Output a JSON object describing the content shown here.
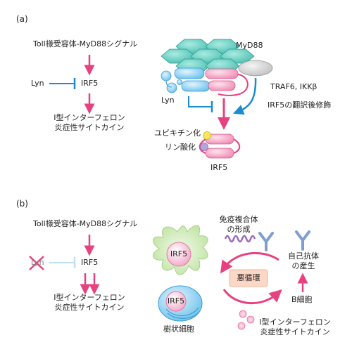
{
  "panel_a": {
    "label": "(a)",
    "signal": "Toll様受容体-MyD88シグナル",
    "lyn": "Lyn",
    "irf5": "IRF5",
    "ifn_line1": "I型インターフェロン",
    "ifn_line2": "炎症性サイトカイン",
    "myd88": "MyD88",
    "traf6": "TRAF6, IKKβ",
    "ptm": "IRF5の翻訳後修飾",
    "lyn_complex": "Lyn",
    "ubiquitination": "ユビキチン化",
    "phosphorylation": "リン酸化",
    "irf5_bottom": "IRF5"
  },
  "panel_b": {
    "label": "(b)",
    "signal": "Toll様受容体-MyD88シグナル",
    "lyn_crossed": "Lyn",
    "irf5": "IRF5",
    "ifn_line1": "I型インターフェロン",
    "ifn_line2": "炎症性サイトカイン",
    "immune_complex_line1": "免疫複合体",
    "immune_complex_line2": "の形成",
    "autoantibody_line1": "自己抗体",
    "autoantibody_line2": "の産生",
    "vicious_cycle": "悪循環",
    "b_cell": "B細胞",
    "cytokine_line1": "I型インターフェロン",
    "cytokine_line2": "炎症性サイトカイン",
    "dendritic_cell_irf5": "IRF5",
    "dendritic_cell": "樹状細胞",
    "cell_irf5": "IRF5"
  },
  "colors": {
    "arrow": "#e8417f",
    "inhibit": "#1d8bcf",
    "myd88_fill": "#5ccbbf",
    "irf5_fill": "#f4a3c3",
    "lyn_fill": "#8fd1f2",
    "dendritic_fill": "#cdebb5",
    "vicious_box": "#fbd7c6"
  }
}
